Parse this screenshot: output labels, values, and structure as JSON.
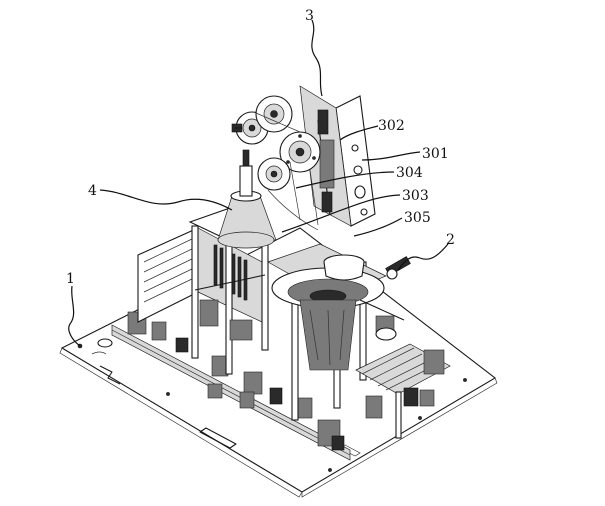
{
  "figure": {
    "callouts": [
      {
        "id": "c1",
        "text": "1"
      },
      {
        "id": "c2",
        "text": "2"
      },
      {
        "id": "c3",
        "text": "3"
      },
      {
        "id": "c4",
        "text": "4"
      },
      {
        "id": "c301",
        "text": "301"
      },
      {
        "id": "c302",
        "text": "302"
      },
      {
        "id": "c303",
        "text": "303"
      },
      {
        "id": "c304",
        "text": "304"
      },
      {
        "id": "c305",
        "text": "305"
      }
    ]
  }
}
